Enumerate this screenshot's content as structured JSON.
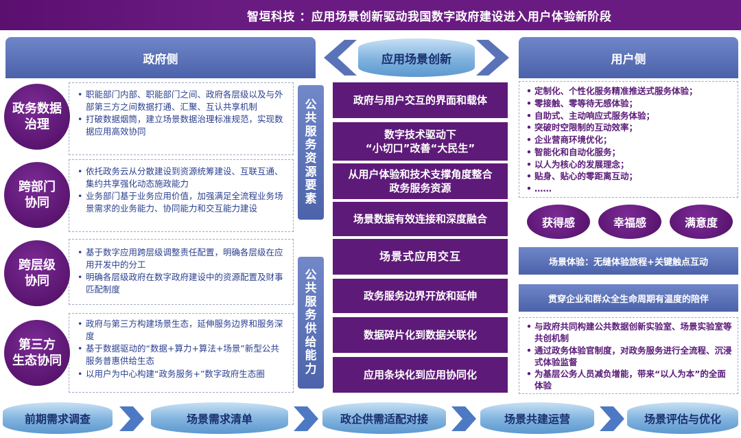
{
  "title": "智垣科技 ：应用场景创新驱动我国数字政府建设进入用户体验新阶段",
  "headers": {
    "left": "政府侧",
    "center": "应用场景创新",
    "right": "用户侧"
  },
  "gov_items": [
    {
      "label_l1": "政务数据",
      "label_l2": "治理",
      "bullets": [
        "职能部门内部、职能部门之间、政府各层级以及与外部第三方之间数据打通、汇聚、互认共享机制",
        "打破数据烟筒，建立场景数据治理标准规范，实现数据应用高效协同"
      ]
    },
    {
      "label_l1": "跨部门",
      "label_l2": "协同",
      "bullets": [
        "依托政务云从分散建设到资源统筹建设、互联互通、集约共享强化动态施政能力",
        "业务部门基于业务应用价值，加强满足全流程业务场景需求的业务能力、协同能力和交互能力建设"
      ]
    },
    {
      "label_l1": "跨层级",
      "label_l2": "协同",
      "bullets": [
        "基于数字应用跨层级调整责任配置，明确各层级在应用开发中的分工",
        "明确各层级政府在数字政府建设中的资源配置及财事匹配制度"
      ]
    },
    {
      "label_l1": "第三方",
      "label_l2": "生态协同",
      "bullets": [
        "政府与第三方构建场景生态，延伸服务边界和服务深度",
        "基于数据驱动的“数据+算力+算法+场景”新型公共服务普惠供给生态",
        "以用户为中心构建“政务服务+”数字政府生态圈"
      ]
    }
  ],
  "vertical_labels": {
    "top": [
      "公",
      "共",
      "服",
      "务",
      "资",
      "源",
      "要",
      "素"
    ],
    "bottom": [
      "公",
      "共",
      "服",
      "务",
      "供",
      "给",
      "能",
      "力"
    ]
  },
  "center_items": [
    {
      "l1": "政府与用户交互的界面和载体",
      "l2": ""
    },
    {
      "l1": "数字技术驱动下",
      "l2": "“小切口”改善“大民生”"
    },
    {
      "l1": "从用户体验和技术支撑角度整合",
      "l2": "政务服务资源"
    },
    {
      "l1": "场景数据有效连接和深度融合",
      "l2": ""
    },
    {
      "l1": "场景式应用交互",
      "l2": ""
    },
    {
      "l1": "政务服务边界开放和延伸",
      "l2": ""
    },
    {
      "l1": "数据碎片化到数据关联化",
      "l2": ""
    },
    {
      "l1": "应用条块化到应用协同化",
      "l2": ""
    }
  ],
  "user_bullets": [
    "定制化、个性化服务精准推送式服务体验；",
    "零接触、零等待无感体验；",
    "自助式、主动响应式服务体验；",
    "突破时空限制的互动效率；",
    "企业营商环境优化；",
    "智能化和自动化服务；",
    "以人为核心的发展理念；",
    "贴身、贴心的零距离互动；",
    "……"
  ],
  "ovals": [
    "获得感",
    "幸福感",
    "满意度"
  ],
  "user_bars": [
    "场景体验：无缝体验旅程+关键触点互动",
    "贯穿企业和群众全生命周期有温度的陪伴"
  ],
  "user_bottom_bullets": [
    "与政府共同构建公共数据创新实验室、场景实验室等共创机制",
    "通过政务体验官制度，对政务服务进行全流程、沉浸式体验监督",
    "为基层公务人员减负增能，带来“以人为本”的全面体验"
  ],
  "process_steps": [
    "前期需求调查",
    "场景需求清单",
    "政企供需适配对接",
    "场景共建运营",
    "场景评估与优化"
  ],
  "colors": {
    "purple": "#5e1a78",
    "blue": "#4b62aa",
    "light_blue": "#7fb2de",
    "text_blue": "#2a3f8f"
  }
}
